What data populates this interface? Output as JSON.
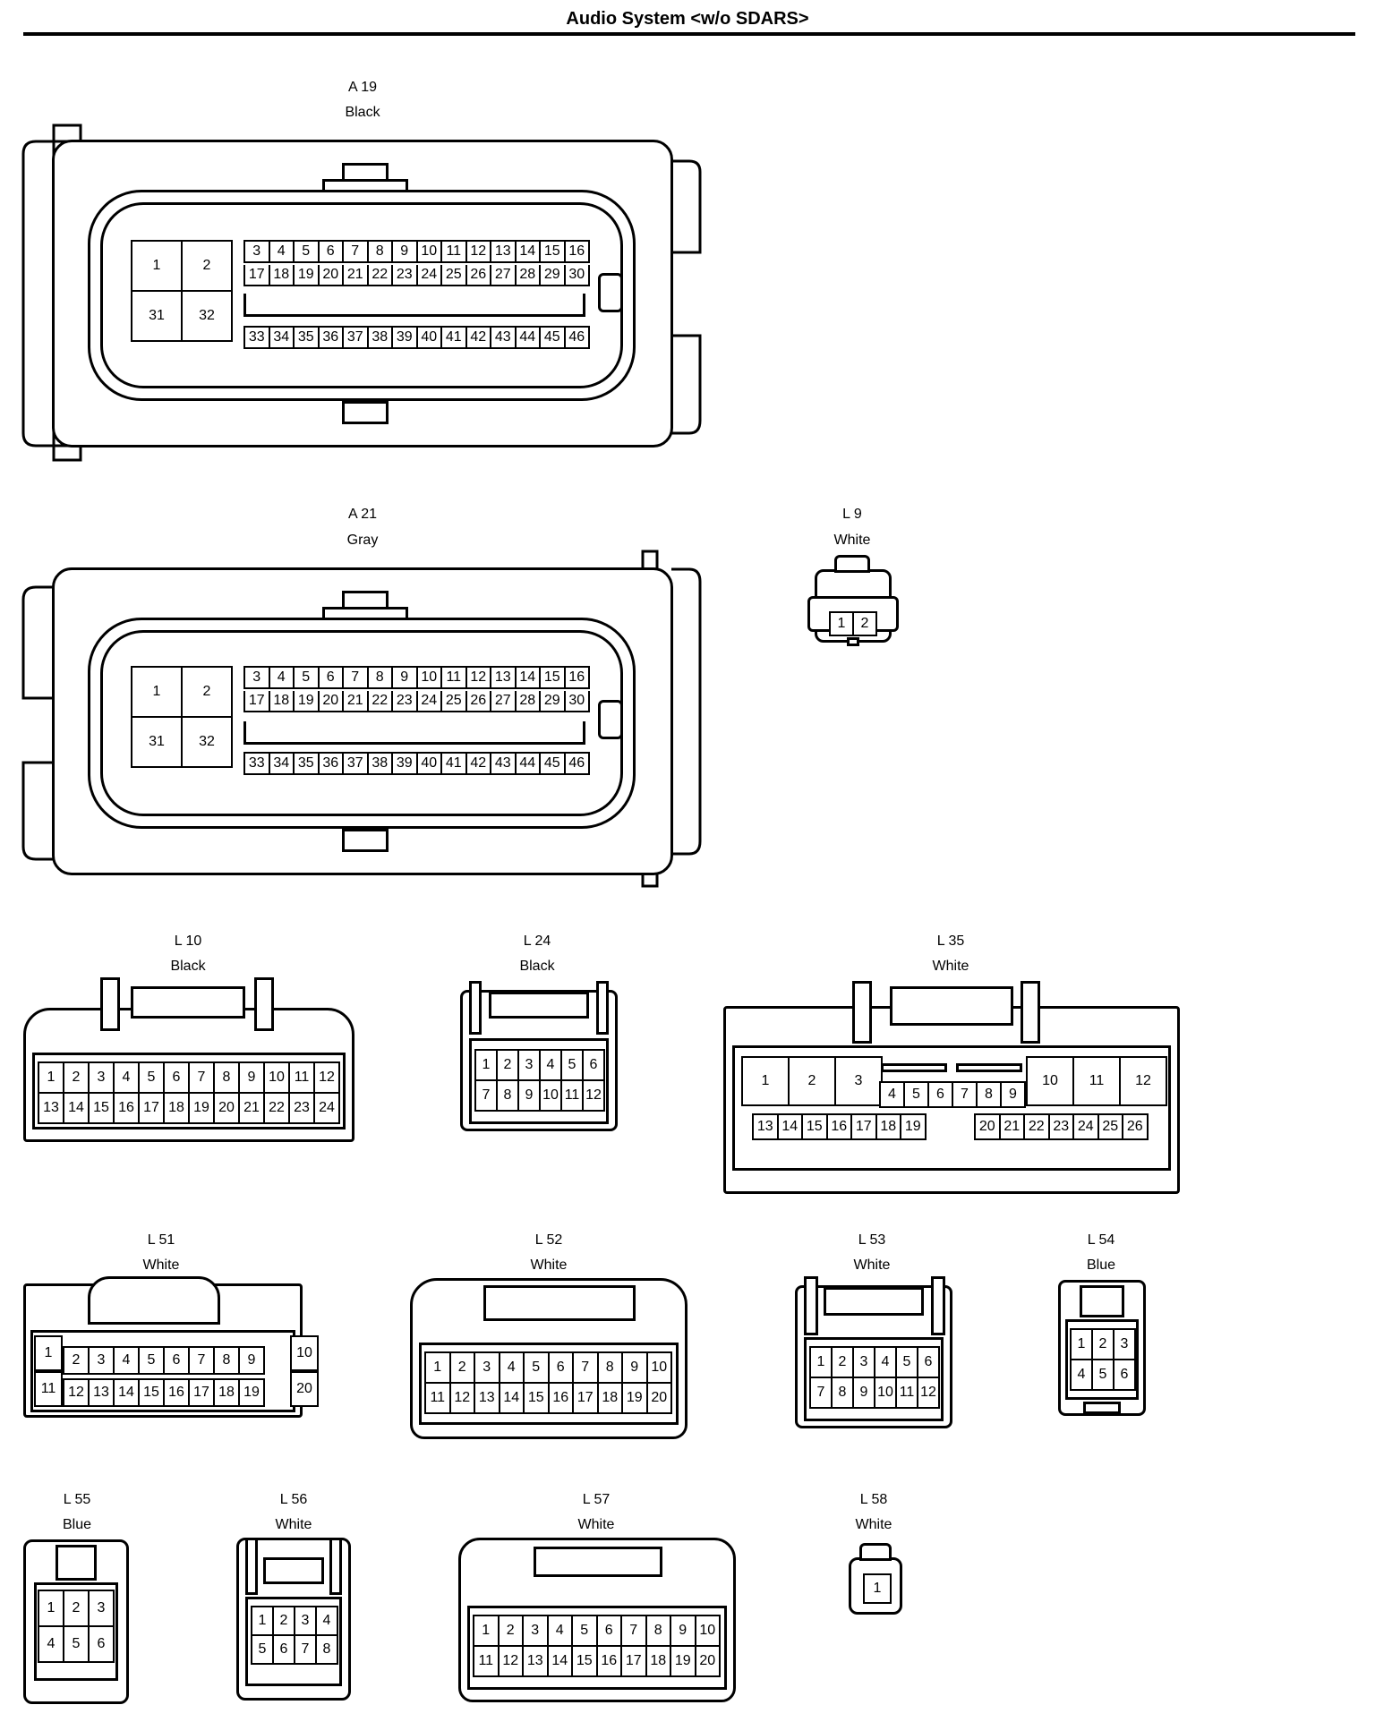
{
  "title": "Audio System <w/o SDARS>",
  "connectors": [
    {
      "id": "A19",
      "code": "A 19",
      "color": "Black"
    },
    {
      "id": "A21",
      "code": "A 21",
      "color": "Gray"
    },
    {
      "id": "L9",
      "code": "L 9",
      "color": "White"
    },
    {
      "id": "L10",
      "code": "L 10",
      "color": "Black"
    },
    {
      "id": "L24",
      "code": "L 24",
      "color": "Black"
    },
    {
      "id": "L35",
      "code": "L 35",
      "color": "White"
    },
    {
      "id": "L51",
      "code": "L 51",
      "color": "White"
    },
    {
      "id": "L52",
      "code": "L 52",
      "color": "White"
    },
    {
      "id": "L53",
      "code": "L 53",
      "color": "White"
    },
    {
      "id": "L54",
      "code": "L 54",
      "color": "Blue"
    },
    {
      "id": "L55",
      "code": "L 55",
      "color": "Blue"
    },
    {
      "id": "L56",
      "code": "L 56",
      "color": "White"
    },
    {
      "id": "L57",
      "code": "L 57",
      "color": "White"
    },
    {
      "id": "L58",
      "code": "L 58",
      "color": "White"
    }
  ],
  "pins": {
    "A19_big": [
      "1",
      "2",
      "31",
      "32"
    ],
    "A19_row1": [
      "3",
      "4",
      "5",
      "6",
      "7",
      "8",
      "9",
      "10",
      "11",
      "12",
      "13",
      "14",
      "15",
      "16"
    ],
    "A19_row2": [
      "17",
      "18",
      "19",
      "20",
      "21",
      "22",
      "23",
      "24",
      "25",
      "26",
      "27",
      "28",
      "29",
      "30"
    ],
    "A19_row3": [
      "33",
      "34",
      "35",
      "36",
      "37",
      "38",
      "39",
      "40",
      "41",
      "42",
      "43",
      "44",
      "45",
      "46"
    ],
    "A21_big": [
      "1",
      "2",
      "31",
      "32"
    ],
    "A21_row1": [
      "3",
      "4",
      "5",
      "6",
      "7",
      "8",
      "9",
      "10",
      "11",
      "12",
      "13",
      "14",
      "15",
      "16"
    ],
    "A21_row2": [
      "17",
      "18",
      "19",
      "20",
      "21",
      "22",
      "23",
      "24",
      "25",
      "26",
      "27",
      "28",
      "29",
      "30"
    ],
    "A21_row3": [
      "33",
      "34",
      "35",
      "36",
      "37",
      "38",
      "39",
      "40",
      "41",
      "42",
      "43",
      "44",
      "45",
      "46"
    ],
    "L9": [
      "1",
      "2"
    ],
    "L10": [
      "1",
      "2",
      "3",
      "4",
      "5",
      "6",
      "7",
      "8",
      "9",
      "10",
      "11",
      "12",
      "13",
      "14",
      "15",
      "16",
      "17",
      "18",
      "19",
      "20",
      "21",
      "22",
      "23",
      "24"
    ],
    "L24": [
      "1",
      "2",
      "3",
      "4",
      "5",
      "6",
      "7",
      "8",
      "9",
      "10",
      "11",
      "12"
    ],
    "L35_left": [
      "1",
      "2",
      "3"
    ],
    "L35_right": [
      "10",
      "11",
      "12"
    ],
    "L35_mid": [
      "4",
      "5",
      "6",
      "7",
      "8",
      "9"
    ],
    "L35_bl": [
      "13",
      "14",
      "15",
      "16",
      "17",
      "18",
      "19"
    ],
    "L35_br": [
      "20",
      "21",
      "22",
      "23",
      "24",
      "25",
      "26"
    ],
    "L51_top": [
      "2",
      "3",
      "4",
      "5",
      "6",
      "7",
      "8",
      "9"
    ],
    "L51_bot": [
      "12",
      "13",
      "14",
      "15",
      "16",
      "17",
      "18",
      "19"
    ],
    "L51_side": [
      "1",
      "11",
      "10",
      "20"
    ],
    "L52": [
      "1",
      "2",
      "3",
      "4",
      "5",
      "6",
      "7",
      "8",
      "9",
      "10",
      "11",
      "12",
      "13",
      "14",
      "15",
      "16",
      "17",
      "18",
      "19",
      "20"
    ],
    "L53": [
      "1",
      "2",
      "3",
      "4",
      "5",
      "6",
      "7",
      "8",
      "9",
      "10",
      "11",
      "12"
    ],
    "L54": [
      "1",
      "2",
      "3",
      "4",
      "5",
      "6"
    ],
    "L55": [
      "1",
      "2",
      "3",
      "4",
      "5",
      "6"
    ],
    "L56": [
      "1",
      "2",
      "3",
      "4",
      "5",
      "6",
      "7",
      "8"
    ],
    "L57": [
      "1",
      "2",
      "3",
      "4",
      "5",
      "6",
      "7",
      "8",
      "9",
      "10",
      "11",
      "12",
      "13",
      "14",
      "15",
      "16",
      "17",
      "18",
      "19",
      "20"
    ],
    "L58": [
      "1"
    ]
  }
}
